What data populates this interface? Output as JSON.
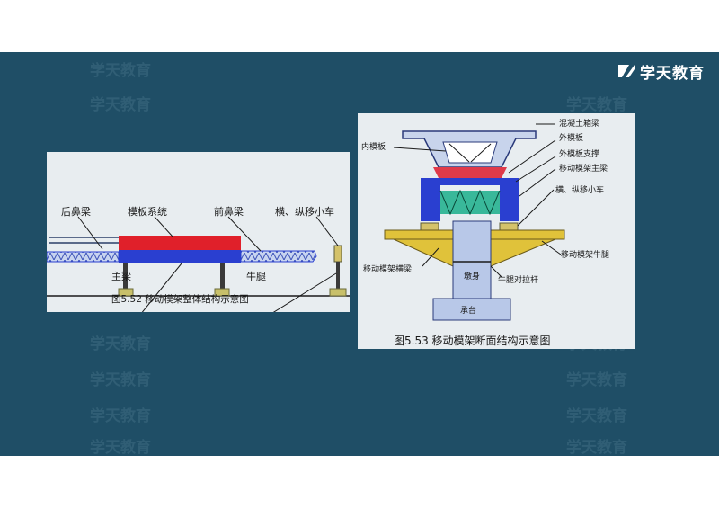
{
  "logo": {
    "brand": "学天教育"
  },
  "watermark": {
    "text": "学天教育"
  },
  "figure_left": {
    "caption": "图5.52  移动模架整体结构示意图",
    "labels": {
      "rear_nose": "后鼻梁",
      "formwork": "模板系统",
      "front_nose": "前鼻梁",
      "trolley": "横、纵移小车",
      "main_beam": "主梁",
      "corbel": "牛腿"
    }
  },
  "figure_right": {
    "caption": "图5.53  移动模架断面结构示意图",
    "labels": {
      "box_girder": "混凝土箱梁",
      "inner_form": "内模板",
      "outer_form": "外模板",
      "outer_support": "外模板支撑",
      "main_girder": "移动模架主梁",
      "trolley": "横、纵移小车",
      "corbel": "移动模架牛腿",
      "cross_beam": "移动模架横梁",
      "pier": "墩身",
      "tie_rod": "牛腿对拉杆",
      "cap": "承台"
    }
  },
  "colors": {
    "background": "#1f4e66",
    "formwork_red": "#e0202a",
    "main_beam_blue": "#2a3fd0",
    "truss_blue": "#6a86d0",
    "corbel_yellow": "#e0c23a",
    "pier_blue": "#b8c8e8",
    "green_truss": "#39b89a"
  }
}
